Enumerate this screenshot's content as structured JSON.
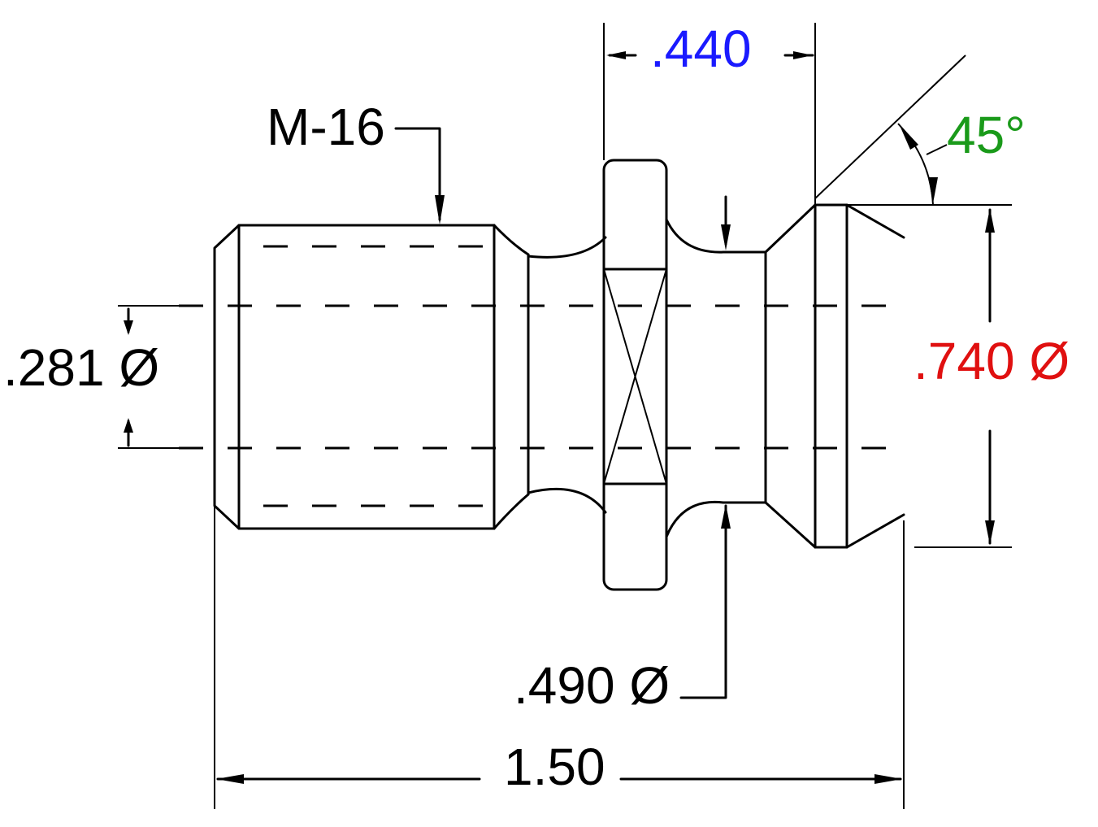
{
  "labels": {
    "thread": "M-16",
    "flange_width": ".440",
    "angle": "45°",
    "bore_diameter": ".281 Ø",
    "head_diameter": ".740 Ø",
    "neck_diameter": ".490 Ø",
    "overall_length": "1.50"
  },
  "colors": {
    "line": "#000000",
    "flange_width": "#1a1aff",
    "angle": "#1a9a1a",
    "head_diameter": "#e01010",
    "default_text": "#000000"
  }
}
